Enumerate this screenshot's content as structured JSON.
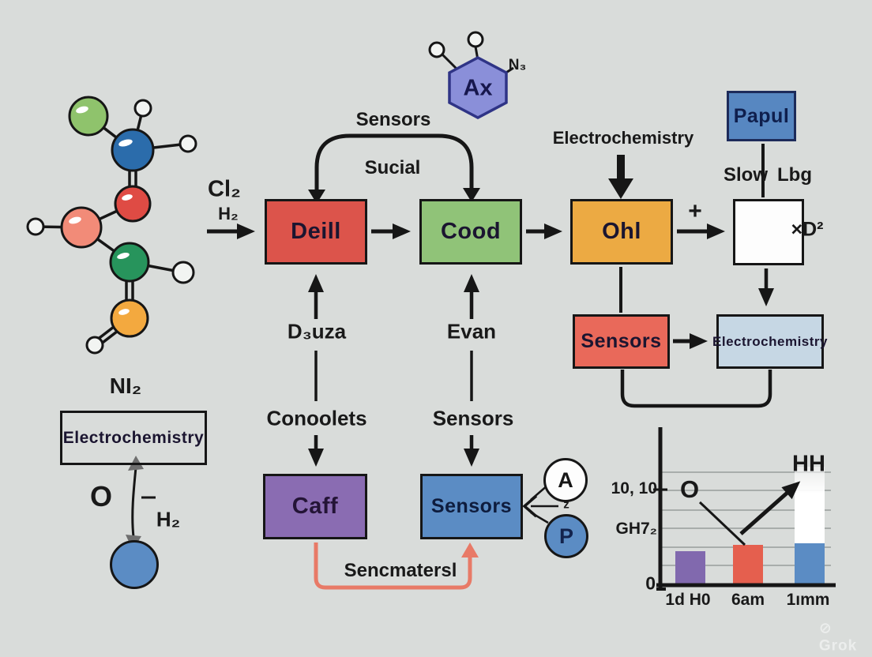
{
  "colors": {
    "background": "#d9dcda",
    "deill_red": "#dc544b",
    "cood_green": "#90c378",
    "ohl_orange": "#ecaa43",
    "papul_blue": "#5787c1",
    "sensors_salmon": "#e9695a",
    "electro_lightblue": "#c6d7e4",
    "caff_purple": "#8a6cb2",
    "sensors_blue": "#5b8cc4",
    "hexagon_fill": "#8a8fd9",
    "feedback_arrow": "#e87a67"
  },
  "molecule": {
    "formula": "NI₂"
  },
  "left_panel": {
    "box_label": "Electrochemistry",
    "o_label": "O",
    "h2_label": "H₂"
  },
  "hexagon": {
    "label": "Ax",
    "n3": "N₃"
  },
  "flow": {
    "input": {
      "line1": "Cl₂",
      "line2": "H₂"
    },
    "arc": {
      "top": "Sensors",
      "bottom": "Sucial"
    },
    "boxes": {
      "deill": "Deill",
      "cood": "Cood",
      "ohl": "Ohl",
      "papul": "Papul",
      "sensors_salmon": "Sensors",
      "electro_light": "Electrochemistry",
      "caff": "Caff",
      "sensors_blue": "Sensors"
    },
    "electro_top": "Electrochemistry",
    "plus": "+",
    "slow": "Slow",
    "lbg": "Lbg",
    "xd2": "×D²",
    "col_left": {
      "top": "D₃uza",
      "bottom": "Conoolets"
    },
    "col_right": {
      "top": "Evan",
      "bottom": "Sensors"
    },
    "feedback": "Sencmatersl",
    "outputs": {
      "a": "A",
      "p": "P",
      "z": "z"
    }
  },
  "chart_data": {
    "type": "bar",
    "title": "",
    "xlabel": "",
    "ylabel": "",
    "categories": [
      "1d H0",
      "6am",
      "1ımm"
    ],
    "values": [
      3.4,
      4.05,
      4.2
    ],
    "bar_colors": [
      "#8169ae",
      "#e55f4e",
      "#5b8cc4"
    ],
    "highlight_bar": {
      "category": "1ımm",
      "value": 12.2,
      "color": "#ffffff",
      "label": "HH"
    },
    "point_label": "O",
    "ytick_labels": [
      "10, 10",
      "GH7₂",
      "0"
    ],
    "ylim": [
      0,
      16.4
    ],
    "grid": true,
    "legend": false
  },
  "watermark": {
    "logo": "⊘",
    "text": "Grok"
  }
}
